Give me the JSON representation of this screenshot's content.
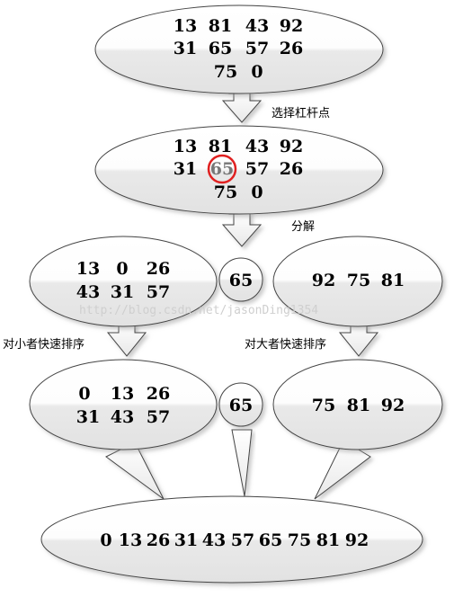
{
  "initial_array": [
    "13",
    "81",
    "43",
    "92",
    "31",
    "65",
    "57",
    "26",
    "75",
    "0"
  ],
  "step_choose_pivot_label": "选择杠杆点",
  "pivot_array": [
    "13",
    "81",
    "43",
    "92",
    "31",
    "65",
    "57",
    "26",
    "75",
    "0"
  ],
  "pivot_value": "65",
  "step_partition_label": "分解",
  "partition": {
    "left": [
      "13",
      "0",
      "26",
      "43",
      "31",
      "57"
    ],
    "pivot": "65",
    "right": [
      "92",
      "75",
      "81"
    ]
  },
  "watermark": "http://blog.csdn.net/jasonDing1354",
  "step_sort_small_label": "对小者快速排序",
  "step_sort_large_label": "对大者快速排序",
  "sorted_parts": {
    "left": [
      "0",
      "13",
      "26",
      "31",
      "43",
      "57"
    ],
    "pivot": "65",
    "right": [
      "75",
      "81",
      "92"
    ]
  },
  "result": [
    "0",
    "13",
    "26",
    "31",
    "43",
    "57",
    "65",
    "75",
    "81",
    "92"
  ],
  "colors": {
    "pivot_ring": "#e02020",
    "pivot_text": "#777777",
    "node_fill_top": "#ffffff",
    "node_fill_bottom": "#e4e4e4"
  }
}
